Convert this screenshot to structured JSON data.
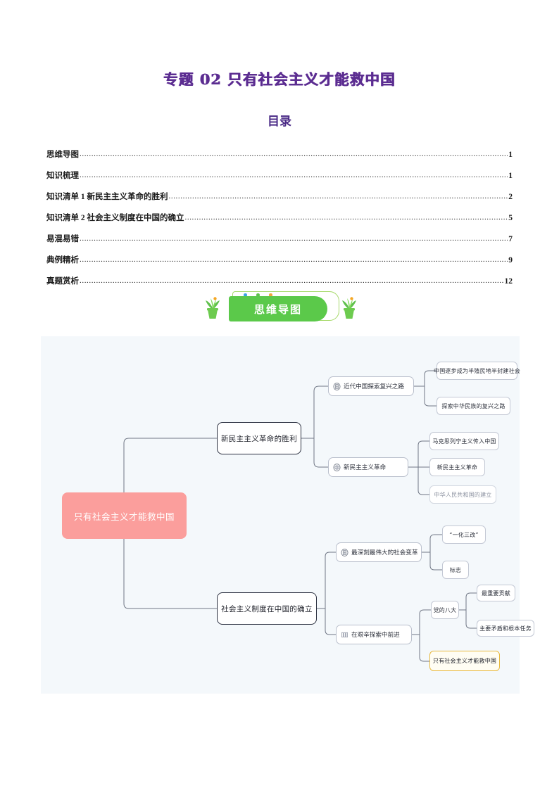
{
  "document": {
    "title": "专题 02 只有社会主义才能救中国",
    "toc_heading": "目录",
    "dots": "...................................................................................................................................................................................................................................."
  },
  "toc": {
    "entries": [
      {
        "label": "思维导图",
        "page": "1"
      },
      {
        "label": "知识梳理",
        "page": "1"
      },
      {
        "label": "知识清单 1 新民主主义革命的胜利",
        "page": "2"
      },
      {
        "label": "知识清单 2  社会主义制度在中国的确立",
        "page": "5"
      },
      {
        "label": "易混易错",
        "page": "7"
      },
      {
        "label": "典例精析",
        "page": "9"
      },
      {
        "label": "真题赏析",
        "page": "12"
      }
    ]
  },
  "banner": {
    "label": "思维导图",
    "chip_color": "#5bc94a",
    "outline_color": "#a6d96a",
    "dots": [
      {
        "name": "dot-blue",
        "color": "#3aa3e3"
      },
      {
        "name": "dot-green",
        "color": "#5fc04c"
      },
      {
        "name": "dot-orange",
        "color": "#f0a63c"
      }
    ],
    "left_icon": "potted-plant-icon",
    "right_icon": "potted-plant-icon"
  },
  "mindmap": {
    "background": "#f4f8fb",
    "center": {
      "label": "只有社会主义才能救中国",
      "color": "#fb9e9c"
    },
    "branches": [
      {
        "label": "新民主主义革命的胜利",
        "children": [
          {
            "label": "近代中国探索复兴之路",
            "icon": "document-icon",
            "children": [
              {
                "label": "中国逐步成为半殖民地半封建社会"
              },
              {
                "label": "探索中华民族的复兴之路"
              }
            ]
          },
          {
            "label": "新民主主义革命",
            "icon": "circles-icon",
            "children": [
              {
                "label": "马克思列宁主义传入中国"
              },
              {
                "label": "新民主主义革命"
              },
              {
                "label": "中华人民共和国的建立",
                "style": "faint"
              }
            ]
          }
        ]
      },
      {
        "label": "社会主义制度在中国的确立",
        "children": [
          {
            "label": "最深刻最伟大的社会变革",
            "icon": "document-icon",
            "children": [
              {
                "label": "“一化三改”"
              },
              {
                "label": "标志"
              }
            ]
          },
          {
            "label": "在艰辛探索中前进",
            "icon": "columns-icon",
            "children": [
              {
                "label": "党的八大",
                "children": [
                  {
                    "label": "最重要贡献"
                  },
                  {
                    "label": "主要矛盾和根本任务"
                  }
                ]
              },
              {
                "label": "只有社会主义才能救中国",
                "style": "highlight"
              }
            ]
          }
        ]
      }
    ]
  }
}
